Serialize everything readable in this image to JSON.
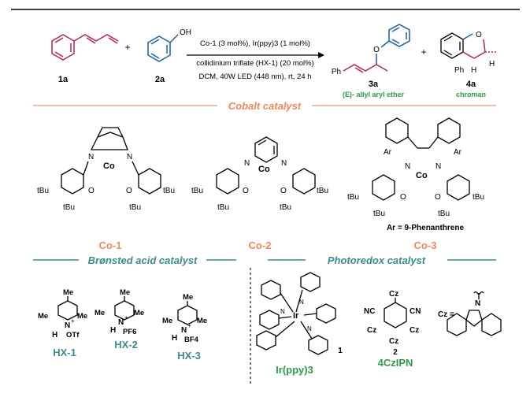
{
  "reaction": {
    "reactant_1": "1a",
    "plus_1": "+",
    "reactant_2": "2a",
    "oh": "OH",
    "condition_1": "Co-1 (3 mol%), Ir(ppy)3 (1 mol%)",
    "condition_2": "collidinium triflate (HX-1) (20 mol%)",
    "condition_3": "DCM,  40W LED (448 nm), rt, 24 h",
    "product_1": "3a",
    "product_1_name": "(E)- allyl aryl ether",
    "plus_2": "+",
    "product_2": "4a",
    "product_2_name": "chroman",
    "ph": "Ph",
    "o": "O",
    "h": "H"
  },
  "sections": {
    "cobalt": "Cobalt catalyst",
    "bronsted": "Brønsted acid catalyst",
    "photoredox": "Photoredox catalyst"
  },
  "cobalt_catalysts": [
    {
      "label": "Co-1"
    },
    {
      "label": "Co-2"
    },
    {
      "label": "Co-3",
      "note": "Ar = 9-Phenanthrene"
    }
  ],
  "salen": {
    "co": "Co",
    "n": "N",
    "o": "O",
    "tbu": "tBu",
    "ar": "Ar"
  },
  "acids": [
    {
      "label": "HX-1",
      "anion": "OTf"
    },
    {
      "label": "HX-2",
      "anion": "PF6"
    },
    {
      "label": "HX-3",
      "anion": "BF4"
    }
  ],
  "pyridinium": {
    "me": "Me",
    "n": "N",
    "h": "H",
    "plus": "+",
    "minus": "−"
  },
  "photocatalysts": [
    {
      "number": "1",
      "label": "Ir(ppy)3",
      "metal": "Ir",
      "n": "N"
    },
    {
      "number": "2",
      "label": "4CzIPN",
      "cz": "Cz",
      "cn": "NC",
      "cn2": "CN",
      "cz_def": "Cz =",
      "n": "N"
    }
  ],
  "colors": {
    "orange": "#f0875a",
    "teal": "#3c8b8b",
    "green": "#2e9a4a",
    "pink": "#b5205d",
    "blue": "#1a5fa8"
  }
}
